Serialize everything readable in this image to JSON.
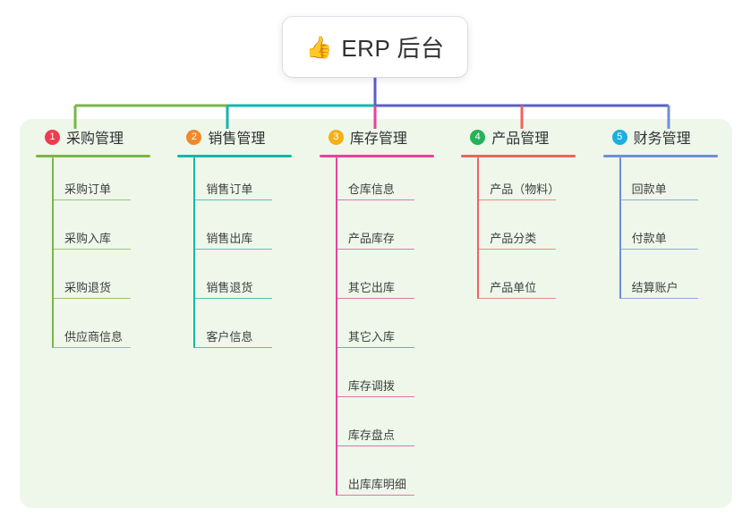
{
  "root": {
    "icon": "thumbs-up-icon",
    "icon_glyph": "👍",
    "title": "ERP 后台"
  },
  "palette": {
    "panel_bg": "#eef7ea",
    "root_stem": "#5b5fc7",
    "trunk_left": "#7ab648",
    "trunk_right": "#5b5fc7",
    "branch_1": "#7ab648",
    "branch_2": "#16b6ab",
    "branch_3": "#e8429a",
    "branch_4": "#f4615e",
    "branch_5": "#6f8fd8",
    "badge_1": "#ef3b4e",
    "badge_2": "#f0892b",
    "badge_3": "#f5b018",
    "badge_4": "#24b358",
    "badge_5": "#1eaee0"
  },
  "branches": [
    {
      "number": "1",
      "title": "采购管理",
      "color": "#7ab648",
      "badge_color": "#ef3b4e",
      "items": [
        {
          "label": "采购订单"
        },
        {
          "label": "采购入库"
        },
        {
          "label": "采购退货"
        },
        {
          "label": "供应商信息"
        }
      ]
    },
    {
      "number": "2",
      "title": "销售管理",
      "color": "#16b6ab",
      "badge_color": "#f0892b",
      "items": [
        {
          "label": "销售订单"
        },
        {
          "label": "销售出库"
        },
        {
          "label": "销售退货"
        },
        {
          "label": "客户信息"
        }
      ]
    },
    {
      "number": "3",
      "title": "库存管理",
      "color": "#e8429a",
      "badge_color": "#f5b018",
      "items": [
        {
          "label": "仓库信息"
        },
        {
          "label": "产品库存"
        },
        {
          "label": "其它出库"
        },
        {
          "label": "其它入库"
        },
        {
          "label": "库存调拨"
        },
        {
          "label": "库存盘点"
        },
        {
          "label": "出库库明细"
        }
      ]
    },
    {
      "number": "4",
      "title": "产品管理",
      "color": "#f4615e",
      "badge_color": "#24b358",
      "items": [
        {
          "label": "产品（物料）"
        },
        {
          "label": "产品分类"
        },
        {
          "label": "产品单位"
        }
      ]
    },
    {
      "number": "5",
      "title": "财务管理",
      "color": "#6f8fd8",
      "badge_color": "#1eaee0",
      "items": [
        {
          "label": "回款单"
        },
        {
          "label": "付款单"
        },
        {
          "label": "结算账户"
        }
      ]
    }
  ]
}
